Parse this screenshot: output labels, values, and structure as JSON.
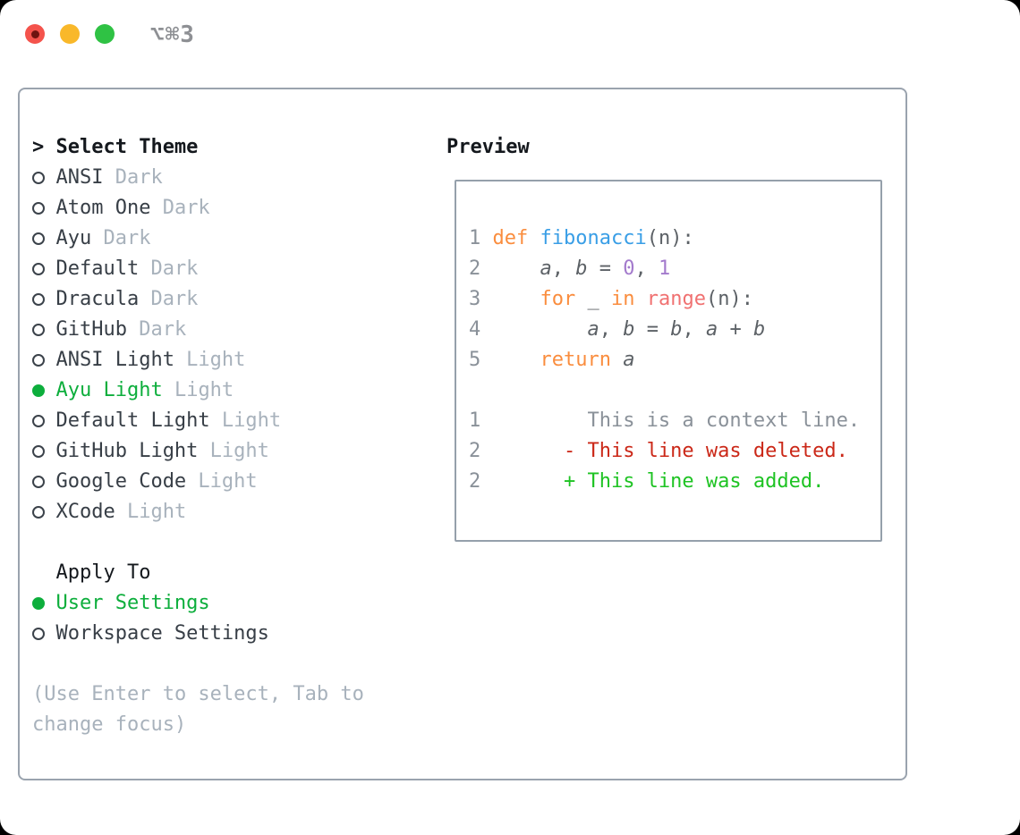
{
  "window": {
    "title": "⌥⌘3",
    "buttons": {
      "close": "close",
      "minimize": "minimize",
      "zoom": "zoom"
    }
  },
  "colors": {
    "tl_red": "#f4534c",
    "tl_red_dot": "#6f1410",
    "tl_yellow": "#f9b82a",
    "tl_green": "#2fc244",
    "title_gray": "#8e9094",
    "panel_border": "#9aa3ae",
    "preview_border": "#95a0ab",
    "text_header": "#14181d",
    "text_item": "#373e46",
    "text_muted": "#a8b2bc",
    "radio_ring": "#3b424a",
    "accent_green": "#0dae3c",
    "code_ln": "#8a9199",
    "code_pl": "#5c6166",
    "code_kw": "#fa8d3e",
    "code_fn": "#399ee6",
    "code_num": "#a37acc",
    "code_call": "#f07171",
    "code_ctx": "#8a9199",
    "code_del": "#cb2818",
    "code_add": "#1ec323"
  },
  "theme_list": {
    "header_prefix": ">",
    "header": "Select Theme",
    "items": [
      {
        "name": "ANSI",
        "variant": "Dark",
        "selected": false
      },
      {
        "name": "Atom One",
        "variant": "Dark",
        "selected": false
      },
      {
        "name": "Ayu",
        "variant": "Dark",
        "selected": false
      },
      {
        "name": "Default",
        "variant": "Dark",
        "selected": false
      },
      {
        "name": "Dracula",
        "variant": "Dark",
        "selected": false
      },
      {
        "name": "GitHub",
        "variant": "Dark",
        "selected": false
      },
      {
        "name": "ANSI Light",
        "variant": "Light",
        "selected": false
      },
      {
        "name": "Ayu Light",
        "variant": "Light",
        "selected": true
      },
      {
        "name": "Default Light",
        "variant": "Light",
        "selected": false
      },
      {
        "name": "GitHub Light",
        "variant": "Light",
        "selected": false
      },
      {
        "name": "Google Code",
        "variant": "Light",
        "selected": false
      },
      {
        "name": "XCode",
        "variant": "Light",
        "selected": false
      }
    ]
  },
  "apply_to": {
    "header": "Apply To",
    "options": [
      {
        "label": "User Settings",
        "selected": true
      },
      {
        "label": "Workspace Settings",
        "selected": false
      }
    ]
  },
  "hint": {
    "line1": "(Use Enter to select, Tab to",
    "line2": "change focus)"
  },
  "preview": {
    "header": "Preview",
    "lines": [
      [
        {
          "t": "1 ",
          "c": "ln"
        },
        {
          "t": "def",
          "c": "kw"
        },
        {
          "t": " ",
          "c": "pl"
        },
        {
          "t": "fibonacci",
          "c": "fn"
        },
        {
          "t": "(n):",
          "c": "pl"
        }
      ],
      [
        {
          "t": "2 ",
          "c": "ln"
        },
        {
          "t": "    ",
          "c": "pl"
        },
        {
          "t": "a",
          "c": "var"
        },
        {
          "t": ", ",
          "c": "pl"
        },
        {
          "t": "b",
          "c": "var"
        },
        {
          "t": " = ",
          "c": "pl"
        },
        {
          "t": "0",
          "c": "num"
        },
        {
          "t": ", ",
          "c": "pl"
        },
        {
          "t": "1",
          "c": "num"
        }
      ],
      [
        {
          "t": "3 ",
          "c": "ln"
        },
        {
          "t": "    ",
          "c": "pl"
        },
        {
          "t": "for",
          "c": "kw"
        },
        {
          "t": " _ ",
          "c": "pl"
        },
        {
          "t": "in",
          "c": "kw"
        },
        {
          "t": " ",
          "c": "pl"
        },
        {
          "t": "range",
          "c": "call"
        },
        {
          "t": "(n):",
          "c": "pl"
        }
      ],
      [
        {
          "t": "4 ",
          "c": "ln"
        },
        {
          "t": "        ",
          "c": "pl"
        },
        {
          "t": "a",
          "c": "var"
        },
        {
          "t": ", ",
          "c": "pl"
        },
        {
          "t": "b",
          "c": "var"
        },
        {
          "t": " = ",
          "c": "pl"
        },
        {
          "t": "b",
          "c": "var"
        },
        {
          "t": ", ",
          "c": "pl"
        },
        {
          "t": "a",
          "c": "var"
        },
        {
          "t": " + ",
          "c": "pl"
        },
        {
          "t": "b",
          "c": "var"
        }
      ],
      [
        {
          "t": "5 ",
          "c": "ln"
        },
        {
          "t": "    ",
          "c": "pl"
        },
        {
          "t": "return",
          "c": "kw"
        },
        {
          "t": " ",
          "c": "pl"
        },
        {
          "t": "a",
          "c": "var"
        }
      ],
      [],
      [
        {
          "t": "1",
          "c": "ln"
        },
        {
          "t": "         This is a context line.",
          "c": "ctx"
        }
      ],
      [
        {
          "t": "2",
          "c": "ln"
        },
        {
          "t": "       ",
          "c": "pl"
        },
        {
          "t": "- This line was deleted.",
          "c": "del"
        }
      ],
      [
        {
          "t": "2",
          "c": "ln"
        },
        {
          "t": "       ",
          "c": "pl"
        },
        {
          "t": "+ This line was added.",
          "c": "add"
        }
      ]
    ]
  }
}
